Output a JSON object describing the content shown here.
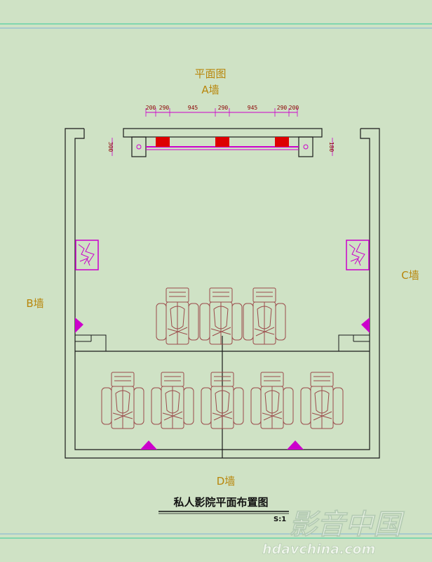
{
  "diagram": {
    "title": "平面图",
    "subtitle": "私人影院平面布置图",
    "scale": "S:1",
    "walls": {
      "a": "A墙",
      "b": "B墙",
      "c": "C墙",
      "d": "D墙"
    },
    "dimensions": [
      "200",
      "290",
      "945",
      "290",
      "945",
      "290",
      "200"
    ],
    "side_dims": {
      "left": "300",
      "right": "180"
    },
    "front_row_seats": 3,
    "back_row_seats": 5
  },
  "watermark": {
    "chinese": "影音中国",
    "url": "hdavchina.com"
  },
  "colors": {
    "background": "#cfe2c5",
    "wall": "#1a1a1a",
    "seat": "#9b4a4a",
    "speaker": "#cc00cc",
    "red_speaker": "#dd0000",
    "label": "#b8860b",
    "guide_line": "#33cc99"
  }
}
